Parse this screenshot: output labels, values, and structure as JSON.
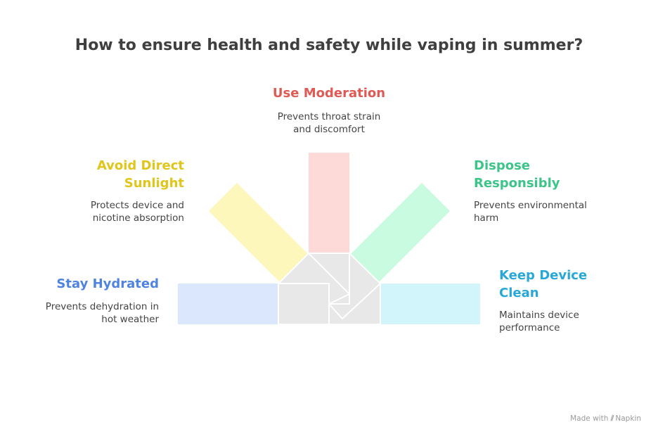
{
  "title": "How to ensure health and safety while vaping in summer?",
  "items": [
    {
      "name": "Use Moderation",
      "desc_lines": [
        "Prevents throat strain",
        "and discomfort"
      ],
      "label_color": "#e05a55",
      "fill": "#fdd9d8"
    },
    {
      "name_lines": [
        "Avoid Direct",
        "Sunlight"
      ],
      "desc_lines": [
        "Protects device and",
        "nicotine absorption"
      ],
      "label_color": "#e0c51a",
      "fill": "#fef7bc"
    },
    {
      "name_lines": [
        "Dispose",
        "Responsibly"
      ],
      "desc_lines": [
        "Prevents environmental",
        "harm"
      ],
      "label_color": "#3cc489",
      "fill": "#c9fbe1"
    },
    {
      "name": "Stay Hydrated",
      "desc_lines": [
        "Prevents dehydration in",
        "hot weather"
      ],
      "label_color": "#4e84e0",
      "fill": "#dbe7fc"
    },
    {
      "name_lines": [
        "Keep Device",
        "Clean"
      ],
      "desc_lines": [
        "Maintains device",
        "performance"
      ],
      "label_color": "#28a8d8",
      "fill": "#d2f4fb"
    }
  ],
  "hub_fill": "#e8e8e8",
  "credit": {
    "prefix": "Made with",
    "brand": "Napkin"
  }
}
